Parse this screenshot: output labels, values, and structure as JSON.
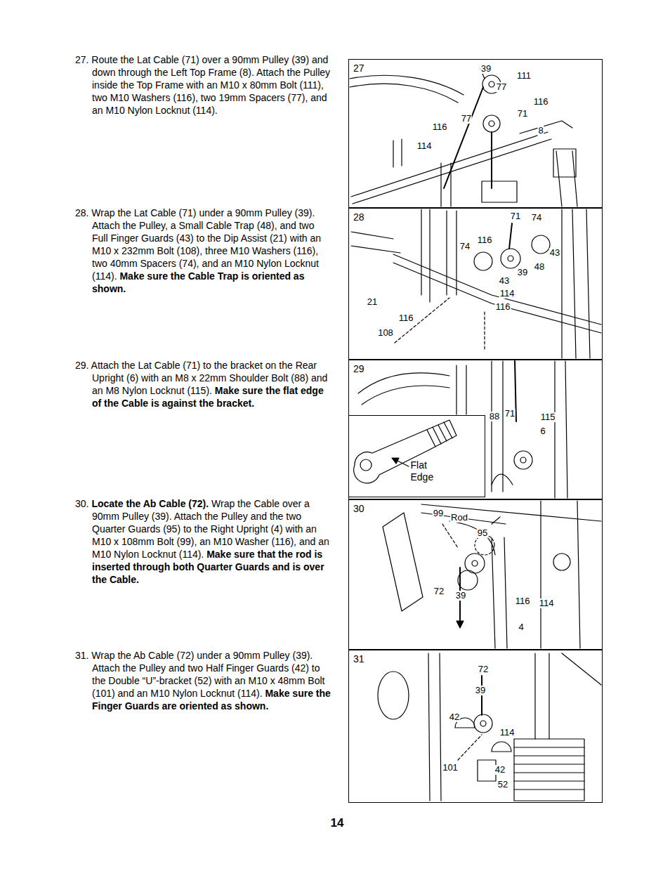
{
  "diagram": {
    "nodes": [
      {
        "text": [
          "27"
        ]
      },
      {
        "text": [
          "28"
        ]
      },
      {
        "text": [
          "29"
        ]
      },
      {
        "text": [
          "Flat Edge"
        ],
        "in": 2
      },
      {
        "text": [
          "30"
        ]
      },
      {
        "text": [
          "31"
        ]
      }
    ],
    "labels": [
      "27. Route the Lat Cable (71) over a 90mm Pulley (39) and down through the Left Top Frame (8). Attach the Pulley inside the Top Frame with an M10 x 80mm Bolt (111), two M10 Washers (116), two 19mm Spacers (77), and an M10 Nylon Locknut (114).",
      "28. Wrap the Lat Cable (71) under a 90mm Pulley (39). Attach the Pulley, a Small Cable Trap (48), and two Full Finger Guards (43) to the Dip Assist (21) with an M10 x 232mm Bolt (108), three M10 Washers (116), two 40mm Spacers (74), and an M10 Nylon Locknut (114).",
      "Make sure the Cable Trap is oriented as shown.",
      "29. Attach the Lat Cable (71) to the bracket on the Rear Upright (6) with an M8 x 22mm Shoulder Bolt (88) and an M8 Nylon Locknut (115).",
      "Make sure the flat edge of the Cable is against the bracket.",
      "30.",
      "Locate the Ab Cable (72).",
      "Wrap the Cable over a 90mm Pulley (39). Attach the Pulley and the two Quarter Guards (95) to the Right Upright (4) with an M10 x 108mm Bolt (99), an M10 Washer (116), and an M10 Nylon Locknut (114).",
      "Make sure that the rod is inserted through both Quarter Guards and is over the Cable.",
      "31. Wrap the Ab Cable (72) under a 90mm Pulley (39). Attach the Pulley and two Half Finger Guards (42) to the Double “U”-bracket (52) with an M10 x 48mm Bolt (101) and an M10 Nylon Locknut (114).",
      "Make sure the Finger Guards are oriented as shown.",
      "39",
      "111",
      "77",
      "116",
      "71",
      "77",
      "116",
      "8",
      "114",
      "71",
      "74",
      "116",
      "74",
      "43",
      "48",
      "39",
      "43",
      "114",
      "116",
      "21",
      "116",
      "108",
      "88",
      "71",
      "115",
      "6",
      "99",
      "Rod",
      "95",
      "72",
      "39",
      "116",
      "114",
      "4",
      "72",
      "39",
      "42",
      "114",
      "101",
      "42",
      "52",
      "14"
    ]
  }
}
